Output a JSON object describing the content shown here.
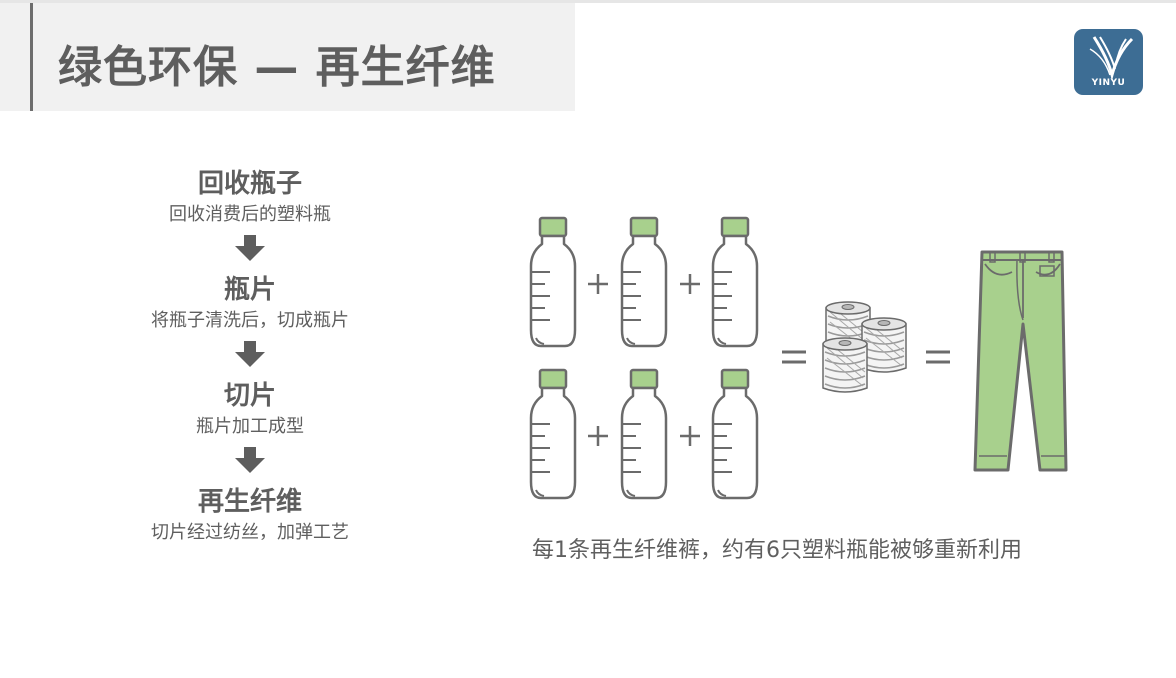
{
  "header": {
    "title": "绿色环保 — 再生纤维",
    "logo_text": "YINYU"
  },
  "process": {
    "steps": [
      {
        "title": "回收瓶子",
        "description": "回收消费后的塑料瓶"
      },
      {
        "title": "瓶片",
        "description": "将瓶子清洗后，切成瓶片"
      },
      {
        "title": "切片",
        "description": "瓶片加工成型"
      },
      {
        "title": "再生纤维",
        "description": "切片经过纺丝，加弹工艺"
      }
    ]
  },
  "illustration": {
    "bottle_count": 6,
    "bottle_cap_color": "#a8d08d",
    "pants_color": "#a8d08d",
    "outline_color": "#6b6b6b",
    "icons": [
      "bottle-icon",
      "plus-icon",
      "equals-icon",
      "yarn-spools-icon",
      "pants-icon"
    ],
    "caption": "每1条再生纤维裤，约有6只塑料瓶能被够重新利用"
  }
}
